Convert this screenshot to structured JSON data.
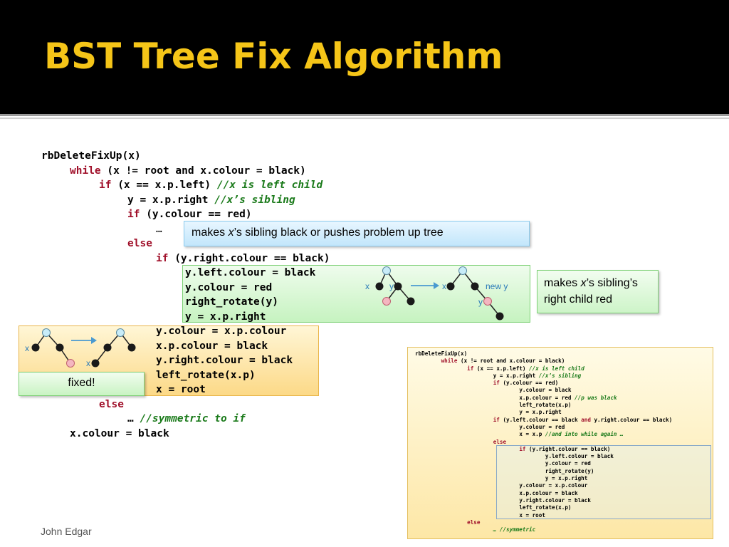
{
  "title": "BST Tree Fix Algorithm",
  "code": {
    "l1": "rbDeleteFixUp(x)",
    "l2_kw": "while",
    "l2": " (x != root and x.colour = black)",
    "l3_kw": "if",
    "l3": " (x == x.p.left) ",
    "l3_cm": "//x is left child",
    "l4": "y = x.p.right ",
    "l4_cm": "//x’s sibling",
    "l5_kw": "if",
    "l5": " (y.colour == red)",
    "l6": "…",
    "l7_kw": "else",
    "l8_kw": "if",
    "l8": " (y.right.colour == black)",
    "l9": "y.left.colour = black",
    "l10": "y.colour = red",
    "l11": "right_rotate(y)",
    "l12": "y = x.p.right",
    "l13": "y.colour = x.p.colour",
    "l14": "x.p.colour = black",
    "l15": "y.right.colour = black",
    "l16": "left_rotate(x.p)",
    "l17": "x = root",
    "l18_kw": "else",
    "l19_pre": "… ",
    "l19_cm": "//symmetric to if",
    "l20": "x.colour = black"
  },
  "notes": {
    "sibling_pre": "makes ",
    "sibling_x": "x",
    "sibling_post": "’s sibling black or pushes problem up tree",
    "right_pre": "makes ",
    "right_x": "x",
    "right_post1": "’s sibling’s",
    "right_post2": "right child red",
    "fixed": "fixed!"
  },
  "diagram_labels": {
    "x": "x",
    "y": "y",
    "new_y": "new y"
  },
  "mini": {
    "m1": "rbDeleteFixUp(x)",
    "m2_kw": "while",
    "m2": " (x != root and x.colour = black)",
    "m3_kw": "if",
    "m3": " (x == x.p.left) ",
    "m3_cm": "//x is left child",
    "m4": "y = x.p.right ",
    "m4_cm": "//x’s sibling",
    "m5_kw": "if",
    "m5": " (y.colour == red)",
    "m6": "y.colour = black",
    "m7": "x.p.colour = red ",
    "m7_cm": "//p was black",
    "m8": "left_rotate(x.p)",
    "m9": "y = x.p.right",
    "m10_kw": "if",
    "m10a": " (y.left.colour == black ",
    "m10_and": "and",
    "m10b": " y.right.colour == black)",
    "m11": "y.colour = red",
    "m12": "x = x.p ",
    "m12_cm": "//and into while again …",
    "m13_kw": "else",
    "m14_kw": "if",
    "m14": " (y.right.colour == black)",
    "m15": "y.left.colour = black",
    "m16": "y.colour = red",
    "m17": "right_rotate(y)",
    "m18": "y = x.p.right",
    "m19": "y.colour = x.p.colour",
    "m20": "x.p.colour = black",
    "m21": "y.right.colour = black",
    "m22": "left_rotate(x.p)",
    "m23": "x = root",
    "m24_kw": "else",
    "m25_cm": "… //symmetric"
  },
  "footer": "John Edgar",
  "colors": {
    "title": "#f5c518",
    "keyword": "#a0102a",
    "comment": "#1a7a1a",
    "node_black": "#1a1a1a",
    "node_root": "#c8ecf8",
    "node_red": "#f4b6c0",
    "arrow": "#4a9ad0"
  }
}
